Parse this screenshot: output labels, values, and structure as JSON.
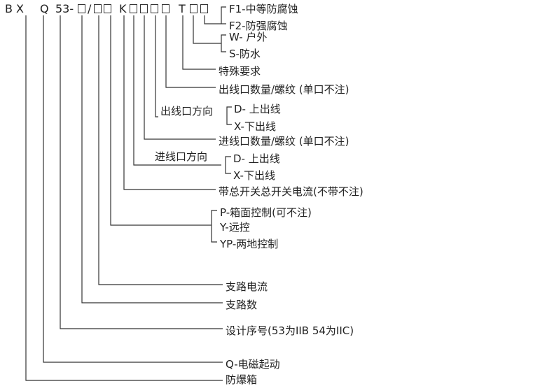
{
  "model_code": {
    "b": "B",
    "x": "X",
    "q": "Q",
    "num": "53-",
    "slash": "/",
    "k": "K",
    "t": "T"
  },
  "labels": {
    "f1": "F1-中等防腐蚀",
    "f2": "F2-防强腐蚀",
    "w": "W- 户外",
    "s": "S-防水",
    "special": "特殊要求",
    "out_count": "出线口数量/螺纹 (单口不注)",
    "out_dir": "出线口方向",
    "out_d": "D- 上出线",
    "out_x": "X-下出线",
    "in_count": "进线口数量/螺纹 (单口不注)",
    "in_dir": "进线口方向",
    "in_d": "D- 上出线",
    "in_x": "X-下出线",
    "main_switch": "带总开关总开关电流(不带不注)",
    "p": "P-箱面控制(可不注)",
    "y": "Y-远控",
    "yp": "YP-两地控制",
    "branch_current": "支路电流",
    "branch_count": "支路数",
    "design_no": "设计序号(53为IIB 54为IIC)",
    "q_elec": "Q-电磁起动",
    "explosion": "防爆箱"
  }
}
